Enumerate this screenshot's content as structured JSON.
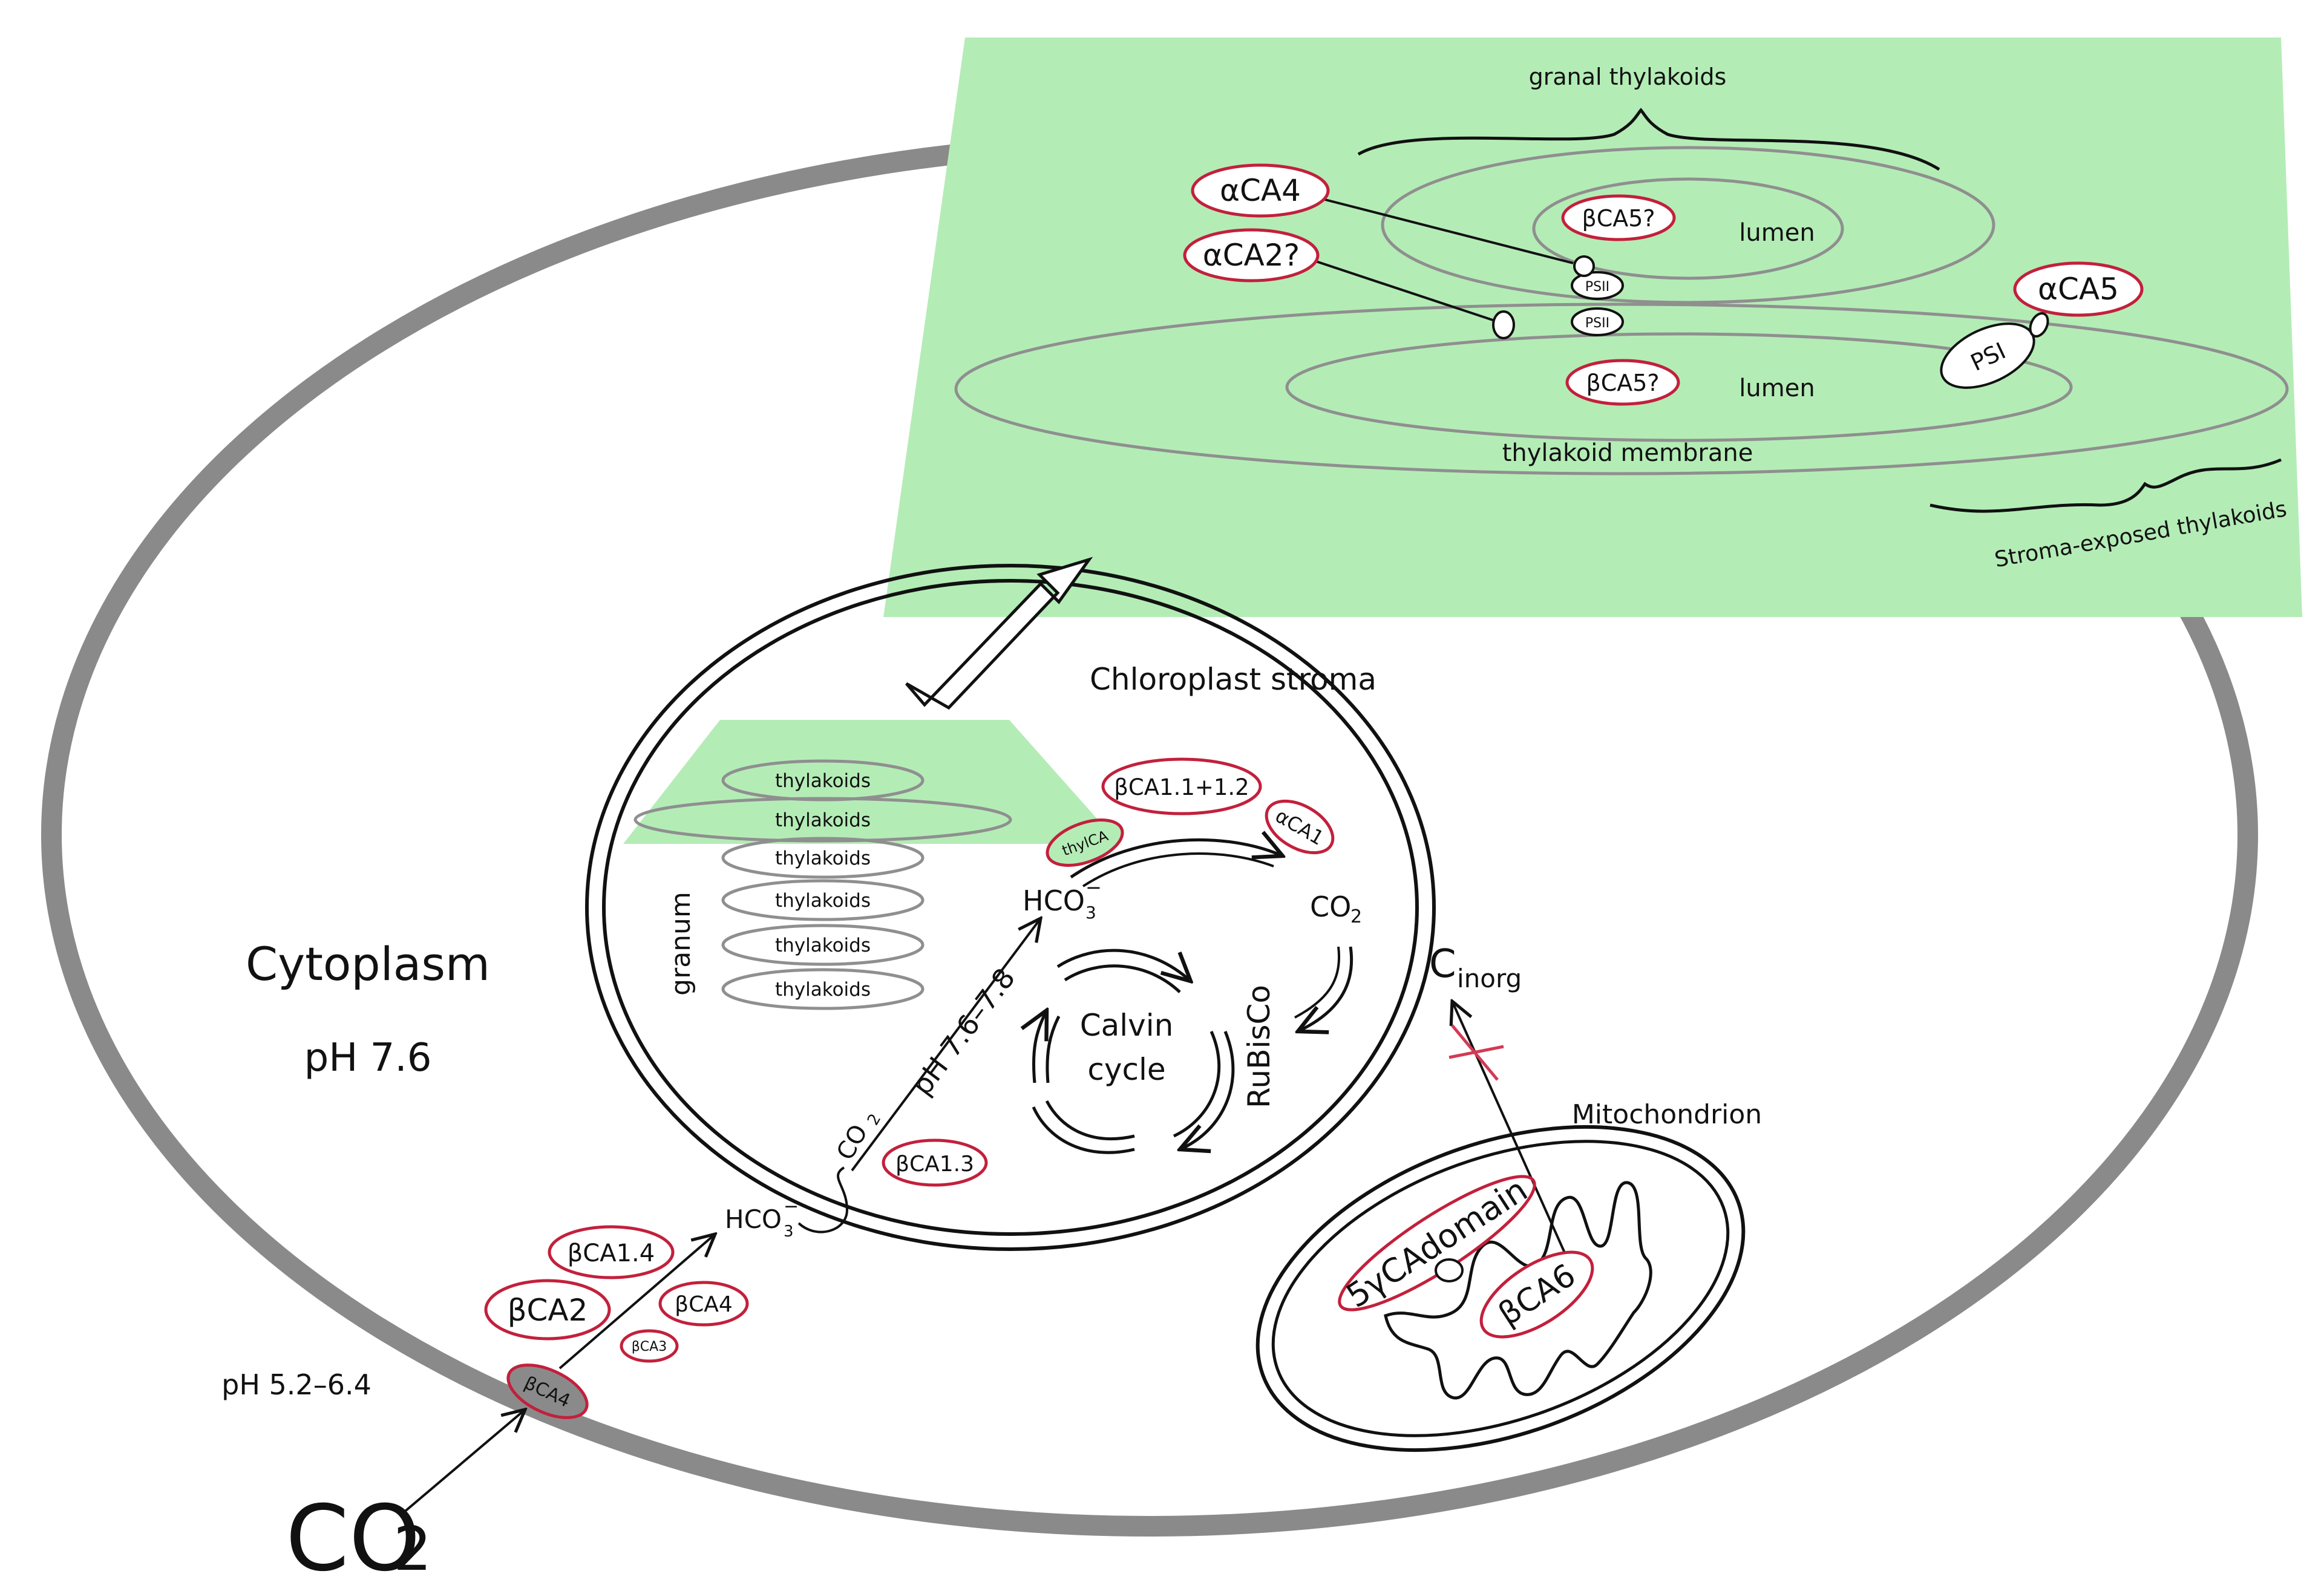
{
  "colors": {
    "cell_wall": "#8b8a8b",
    "green_panel": "#b4ecb6",
    "enzyme_outline": "#c2203c",
    "thylakoid_outline": "#8f8f8f",
    "line": "#111111",
    "inhibition_mark": "#d23a55"
  },
  "icons": [
    "block-arrow-icon",
    "cycle-arrows-icon",
    "inhibition-mark-icon",
    "mitochondrion-cristae-icon"
  ],
  "labels": {
    "cytoplasm": "Cytoplasm",
    "cytoplasm_ph": "pH 7.6",
    "periplasm_ph": "pH 5.2–6.4",
    "co2_outside": "CO",
    "co2_outside_sub": "2",
    "chloroplast_stroma": "Chloroplast stroma",
    "granum": "granum",
    "thylakoid_stack": [
      "thylakoids",
      "thylakoids",
      "thylakoids",
      "thylakoids",
      "thylakoids",
      "thylakoids"
    ],
    "stroma_ph": "pH 7.6–7.8",
    "hco3_cytoplasm": "HCO",
    "hco3_stroma": "HCO",
    "hco3_sub": "3",
    "hco3_sup": "−",
    "co2_membrane": "CO",
    "co2_stroma": "CO",
    "co2_sub": "2",
    "calvin_1": "Calvin",
    "calvin_2": "cycle",
    "rubisco": "RuBisCo",
    "cinorg": "C",
    "cinorg_sub": "inorg",
    "mitochondrion": "Mitochondrion",
    "granal_thylakoids": "granal thylakoids",
    "lumen_upper": "lumen",
    "lumen_lower": "lumen",
    "thylakoid_membrane": "thylakoid membrane",
    "stroma_exposed": "Stroma-exposed thylakoids",
    "psii_1": "PSII",
    "psii_2": "PSII",
    "psi": "PSI"
  },
  "enzymes": {
    "alpha_ca4": "αCA4",
    "alpha_ca2": "αCA2?",
    "alpha_ca5": "αCA5",
    "beta_ca5_upper": "βCA5?",
    "beta_ca5_lower": "βCA5?",
    "beta_ca11_12": "βCA1.1+1.2",
    "alpha_ca1": "αCA1",
    "thylca": "thylCA",
    "beta_ca13": "βCA1.3",
    "beta_ca14": "βCA1.4",
    "beta_ca2": "βCA2",
    "beta_ca4_cyto": "βCA4",
    "beta_ca3": "βCA3",
    "beta_ca4_membrane": "βCA4",
    "gamma_ca_domain": "5γCAdomain",
    "beta_ca6": "βCA6"
  }
}
